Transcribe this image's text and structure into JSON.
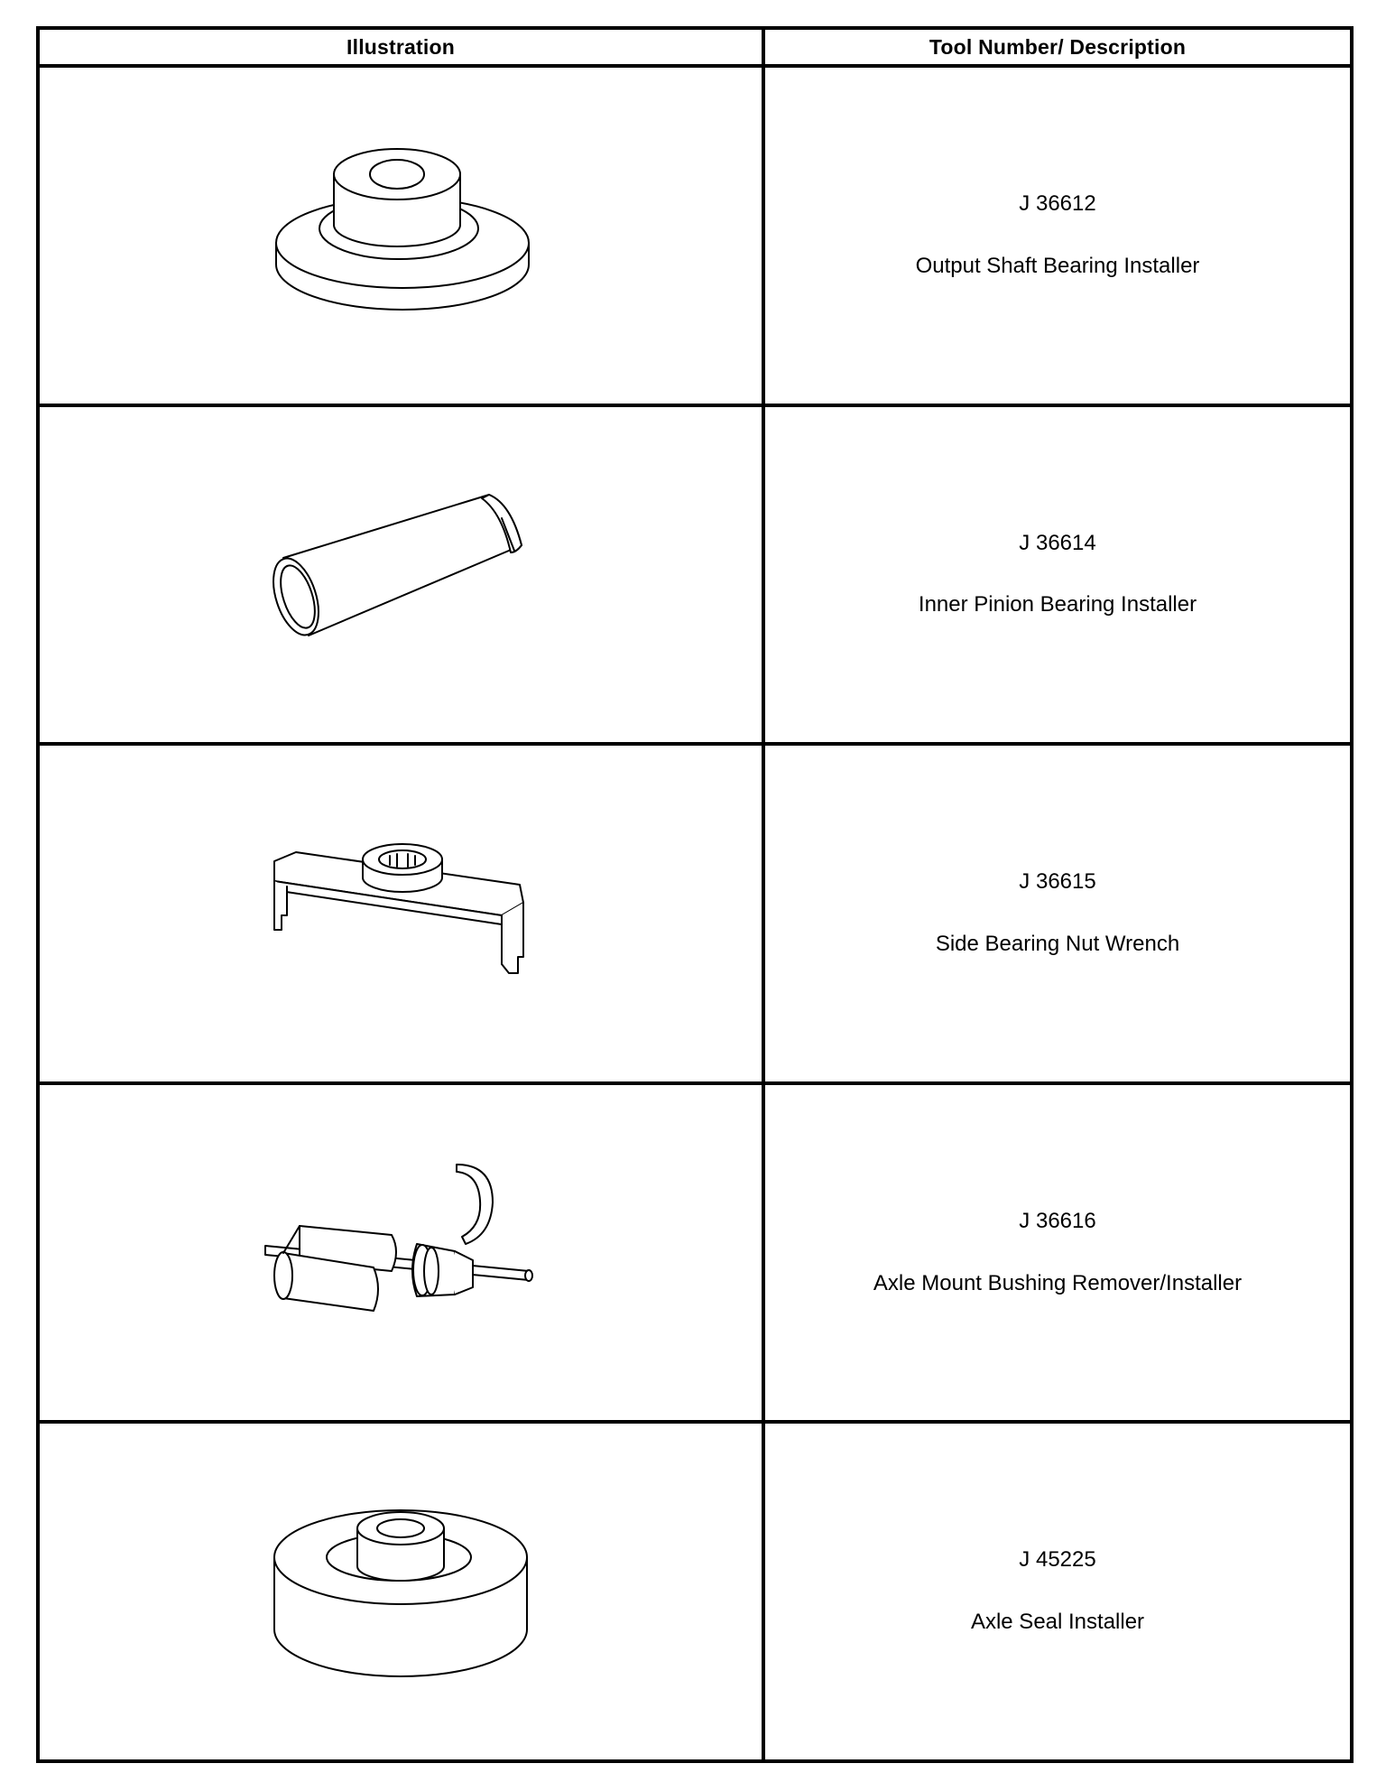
{
  "table": {
    "headers": {
      "illustration": "Illustration",
      "description": "Tool Number/ Description"
    },
    "rows": [
      {
        "tool_number": "J 36612",
        "description": "Output Shaft Bearing Installer",
        "icon": "bearing-installer-icon"
      },
      {
        "tool_number": "J 36614",
        "description": "Inner Pinion Bearing Installer",
        "icon": "pinion-installer-tube-icon"
      },
      {
        "tool_number": "J 36615",
        "description": "Side Bearing Nut Wrench",
        "icon": "nut-wrench-icon"
      },
      {
        "tool_number": "J 36616",
        "description": "Axle Mount Bushing Remover/Installer",
        "icon": "bushing-remover-installer-icon"
      },
      {
        "tool_number": "J 45225",
        "description": "Axle Seal Installer",
        "icon": "seal-installer-icon"
      }
    ]
  }
}
